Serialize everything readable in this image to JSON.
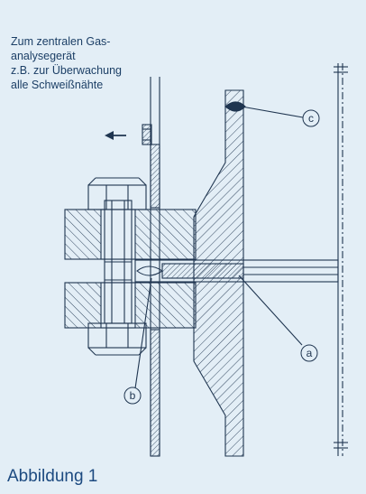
{
  "annotation": {
    "lines": [
      "Zum zentralen Gas-",
      "analysegerät",
      "z.B. zur Überwachung",
      "alle Schweißnähte"
    ]
  },
  "labels": {
    "a": "a",
    "b": "b",
    "c": "c"
  },
  "caption": "Abbildung 1",
  "colors": {
    "background": "#e3eef6",
    "line": "#1f3550",
    "text": "#1c3f66",
    "caption": "#1c4a80"
  }
}
